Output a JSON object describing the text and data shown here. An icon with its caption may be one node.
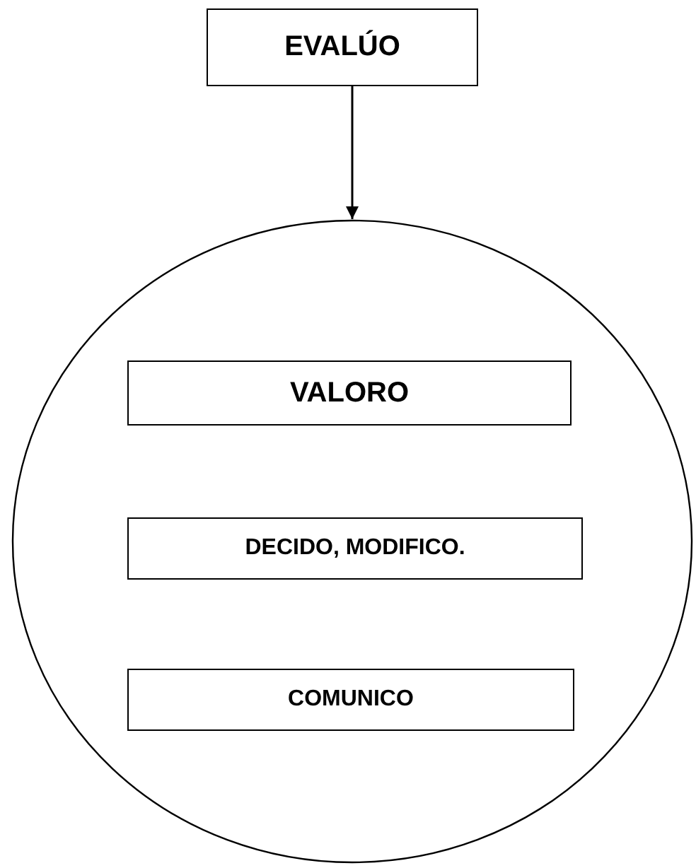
{
  "diagram": {
    "nodes": [
      {
        "text": [
          "EVALÚO"
        ]
      },
      {
        "text": [],
        "shape": "circle"
      },
      {
        "text": [
          "VALORO"
        ],
        "in": 1
      },
      {
        "text": [
          "DECIDO, MODIFICO."
        ],
        "in": 1
      },
      {
        "text": [
          "COMUNICO"
        ],
        "in": 1
      }
    ],
    "edges": [
      {
        "from": 0,
        "to": 1,
        "arrow": "to"
      }
    ]
  }
}
